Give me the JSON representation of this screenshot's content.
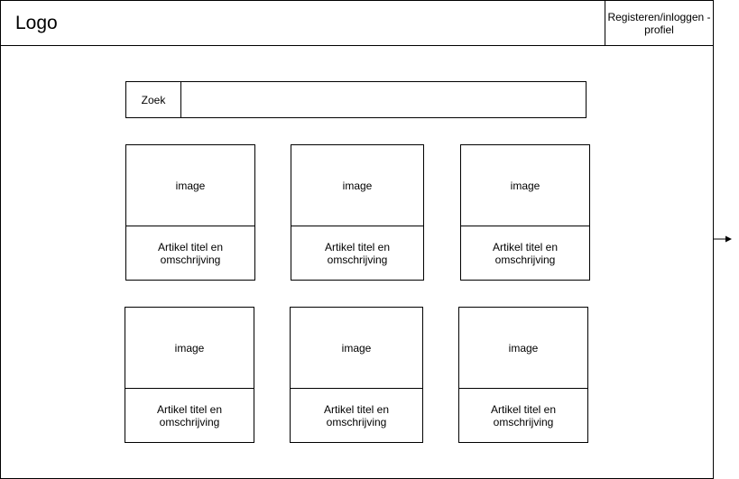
{
  "header": {
    "logo": "Logo",
    "account_link": "Registeren/inloggen - profiel"
  },
  "search": {
    "label": "Zoek",
    "placeholder": ""
  },
  "articles": [
    {
      "image_label": "image",
      "text": "Artikel titel en omschrijving"
    },
    {
      "image_label": "image",
      "text": "Artikel titel en omschrijving"
    },
    {
      "image_label": "image",
      "text": "Artikel titel en omschrijving"
    },
    {
      "image_label": "image",
      "text": "Artikel titel en omschrijving"
    },
    {
      "image_label": "image",
      "text": "Artikel titel en omschrijving"
    },
    {
      "image_label": "image",
      "text": "Artikel titel en omschrijving"
    }
  ]
}
